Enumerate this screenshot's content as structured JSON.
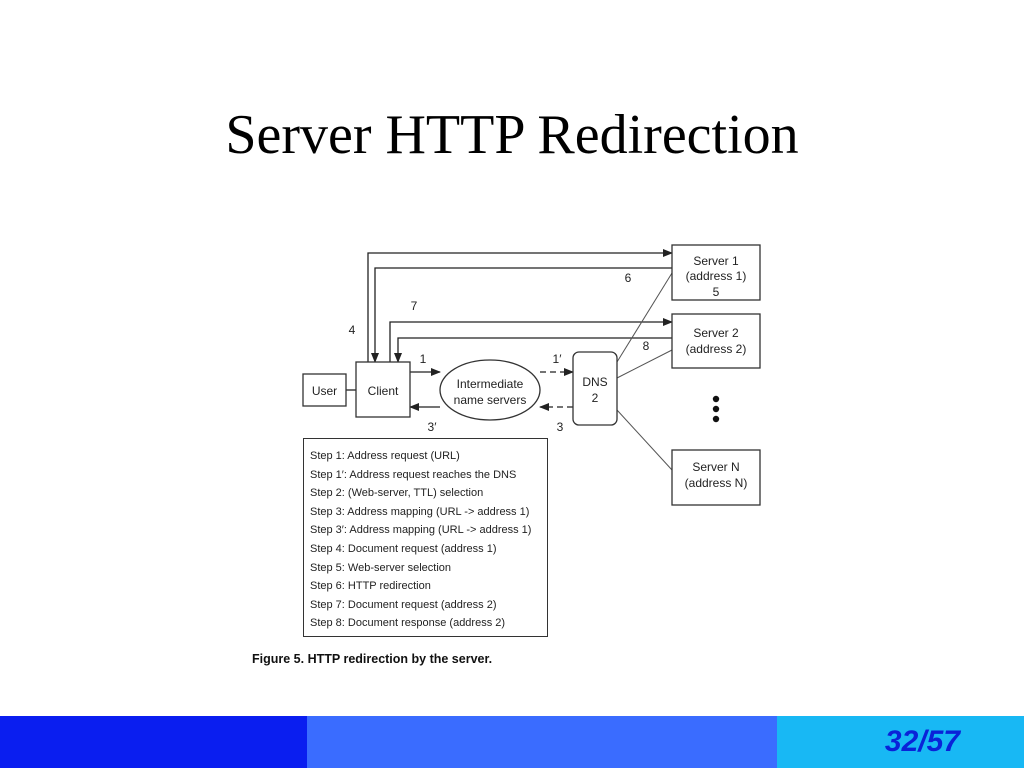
{
  "slide": {
    "title": "Server HTTP Redirection",
    "page_number": "32/57"
  },
  "colors": {
    "footer_dark_blue": "#0a1ef0",
    "footer_mid_blue": "#3a6cff",
    "footer_light_blue": "#18b8f4",
    "page_number_color": "#0a22d8"
  },
  "diagram": {
    "nodes": {
      "user": "User",
      "client": "Client",
      "intermediate_line1": "Intermediate",
      "intermediate_line2": "name servers",
      "dns_line1": "DNS",
      "dns_line2": "2",
      "server1_line1": "Server 1",
      "server1_line2": "(address 1)",
      "server1_line3": "5",
      "server2_line1": "Server 2",
      "server2_line2": "(address 2)",
      "serverN_line1": "Server N",
      "serverN_line2": "(address N)"
    },
    "labels": {
      "step1": "1",
      "step1p": "1′",
      "step3": "3",
      "step3p": "3′",
      "step4": "4",
      "step6": "6",
      "step7": "7",
      "step8": "8"
    },
    "ellipsis_icon": "vertical-ellipsis-icon",
    "steps": [
      "Step 1: Address request (URL)",
      "Step 1′: Address request reaches the DNS",
      "Step 2: (Web-server, TTL) selection",
      "Step 3: Address mapping (URL -> address 1)",
      "Step 3′: Address mapping (URL -> address 1)",
      "Step 4: Document request (address 1)",
      "Step 5: Web-server selection",
      "Step 6: HTTP redirection",
      "Step 7: Document request (address 2)",
      "Step 8: Document response (address 2)"
    ],
    "caption": "Figure 5. HTTP redirection by the server."
  }
}
